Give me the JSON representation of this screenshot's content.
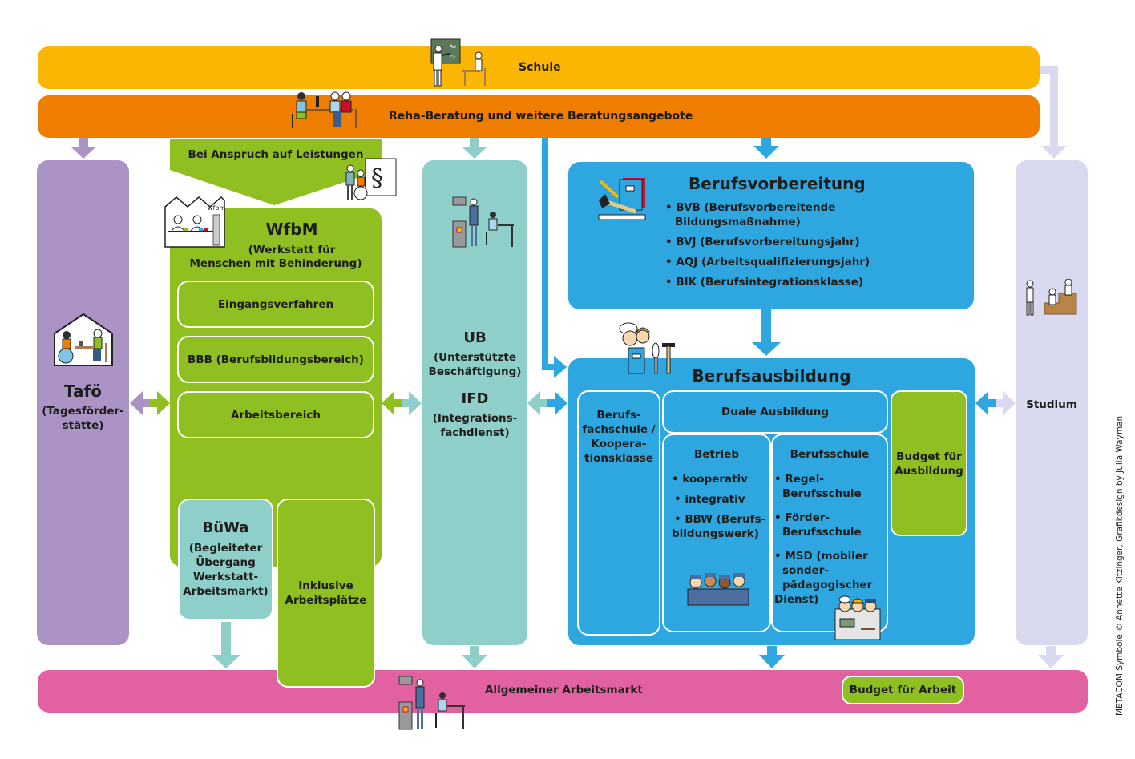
{
  "bands": {
    "schule": "Schule",
    "reha": "Reha-Beratung und weitere Beratungsangebote",
    "arbeitsmarkt": "Allgemeiner Arbeitsmarkt",
    "budget_arbeit": "Budget für Arbeit"
  },
  "tafoe": {
    "title": "Tafö",
    "subtitle_line1": "(Tagesförder-",
    "subtitle_line2": "stätte)"
  },
  "anspruch": {
    "label": "Bei Anspruch auf Leistungen"
  },
  "wfbm": {
    "title": "WfbM",
    "subtitle_line1": "(Werkstatt für",
    "subtitle_line2": "Menschen mit Behinderung)",
    "icon_label": "wfbm",
    "sections": [
      "Eingangsverfahren",
      "BBB (Berufsbildungsbereich)",
      "Arbeitsbereich"
    ]
  },
  "buewa": {
    "title": "BüWa",
    "lines": [
      "(Begleiteter",
      "Übergang",
      "Werkstatt-",
      "Arbeitsmarkt)"
    ]
  },
  "inklusive": {
    "line1": "Inklusive",
    "line2": "Arbeitsplätze"
  },
  "ub_ifd": {
    "ub_title": "UB",
    "ub_line1": "(Unterstützte",
    "ub_line2": "Beschäftigung)",
    "ifd_title": "IFD",
    "ifd_line1": "(Integrations-",
    "ifd_line2": "fachdienst)"
  },
  "berufsvorbereitung": {
    "title": "Berufsvorbereitung",
    "items": [
      {
        "line1": "• BVB (Berufsvorbereitende",
        "line2": "Bildungsmaßnahme)"
      },
      {
        "line1": "• BVJ (Berufsvorbereitungsjahr)",
        "line2": ""
      },
      {
        "line1": "• AQJ (Arbeitsqualifizierungsjahr)",
        "line2": ""
      },
      {
        "line1": "• BIK (Berufsintegrationsklasse)",
        "line2": ""
      }
    ]
  },
  "berufsausbildung": {
    "title": "Berufsausbildung",
    "fachschule_lines": [
      "Berufs-",
      "fachschule /",
      "Koopera-",
      "tionsklasse"
    ],
    "duale": "Duale Ausbildung",
    "betrieb": {
      "title": "Betrieb",
      "items": [
        "• kooperativ",
        "• integrativ",
        "• BBW (Berufs-"
      ],
      "item3_cont": "bildungswerk)"
    },
    "berufsschule": {
      "title": "Berufsschule",
      "items": [
        {
          "line1": "• Regel-",
          "line2": "Berufsschule"
        },
        {
          "line1": "• Förder-",
          "line2": "Berufsschule"
        }
      ],
      "msd_lines": [
        "• MSD (mobiler",
        "sonder-",
        "pädagogischer",
        "Dienst)"
      ]
    },
    "budget_line1": "Budget für",
    "budget_line2": "Ausbildung"
  },
  "studium": {
    "label": "Studium"
  },
  "credit": "METACOM Symbole © Annette Kitzinger, Grafikdesign by Julia Wayman",
  "colors": {
    "schule": "#fbb603",
    "reha": "#ef7d00",
    "tafoe": "#ab93c5",
    "wfbm": "#8fbf21",
    "ub": "#8ecfc9",
    "blue": "#2ea7e0",
    "studium": "#d9d9ef",
    "arbeitsmarkt": "#e262a1"
  }
}
